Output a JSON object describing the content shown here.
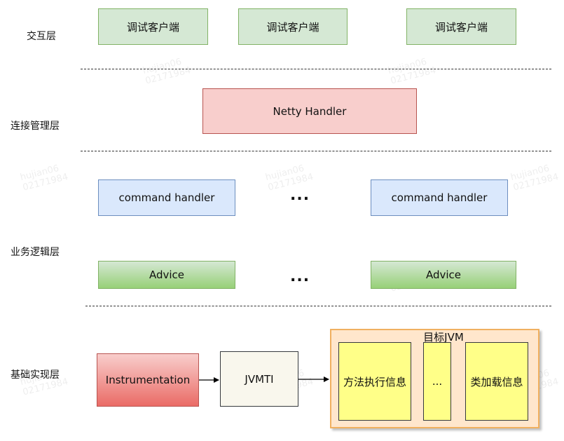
{
  "layers": {
    "interaction": "交互层",
    "connection": "连接管理层",
    "business": "业务逻辑层",
    "foundation": "基础实现层"
  },
  "interaction": {
    "clients": [
      "调试客户端",
      "调试客户端",
      "调试客户端"
    ]
  },
  "connection": {
    "handler": "Netty Handler"
  },
  "business": {
    "command_handlers": [
      "command handler",
      "command handler"
    ],
    "advices": [
      "Advice",
      "Advice"
    ],
    "ellipsis": "..."
  },
  "foundation": {
    "instrumentation": "Instrumentation",
    "jvmti": "JVMTI",
    "jvm_title": "目标JVM",
    "jvm_items": [
      "方法执行信息",
      "...",
      "类加载信息"
    ]
  },
  "watermark": {
    "user": "hujian06",
    "date": "02171984"
  },
  "colors": {
    "green_fill": "#d5e8d4",
    "green_stroke": "#82b366",
    "red_fill": "#f8cecc",
    "red_stroke": "#b85450",
    "blue_fill": "#dae8fc",
    "blue_stroke": "#6c8ebf",
    "orange_fill": "#ffe6cc",
    "yellow_fill": "#ffff88"
  }
}
